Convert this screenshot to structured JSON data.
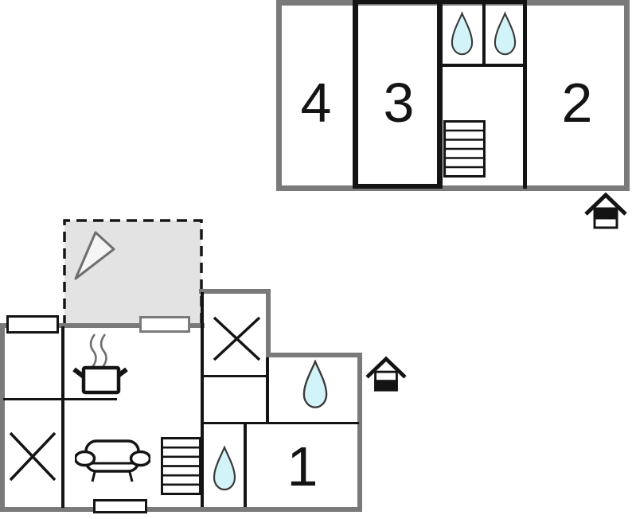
{
  "document": {
    "type": "floor-plan"
  },
  "upper_floor": {
    "rooms": [
      {
        "label": "4"
      },
      {
        "label": "3"
      },
      {
        "label": "2"
      }
    ],
    "symbols": [
      "water-drop",
      "water-drop",
      "staircase",
      "upper-floor-indicator"
    ]
  },
  "ground_floor": {
    "rooms": [
      {
        "label": "1"
      }
    ],
    "symbols": [
      "terrace",
      "awning-triangle",
      "stove-pot",
      "sofa",
      "staircase",
      "water-drop",
      "water-drop",
      "window-cross",
      "window-cross",
      "window",
      "window",
      "window",
      "ground-floor-indicator"
    ]
  },
  "colors": {
    "exterior_wall": "#7a7a7a",
    "interior_wall": "#141414",
    "water_drop_fill": "#d2f3f8",
    "water_drop_stroke": "#3b3b3b",
    "terrace_fill": "#e3e3e3",
    "background": "#ffffff"
  }
}
